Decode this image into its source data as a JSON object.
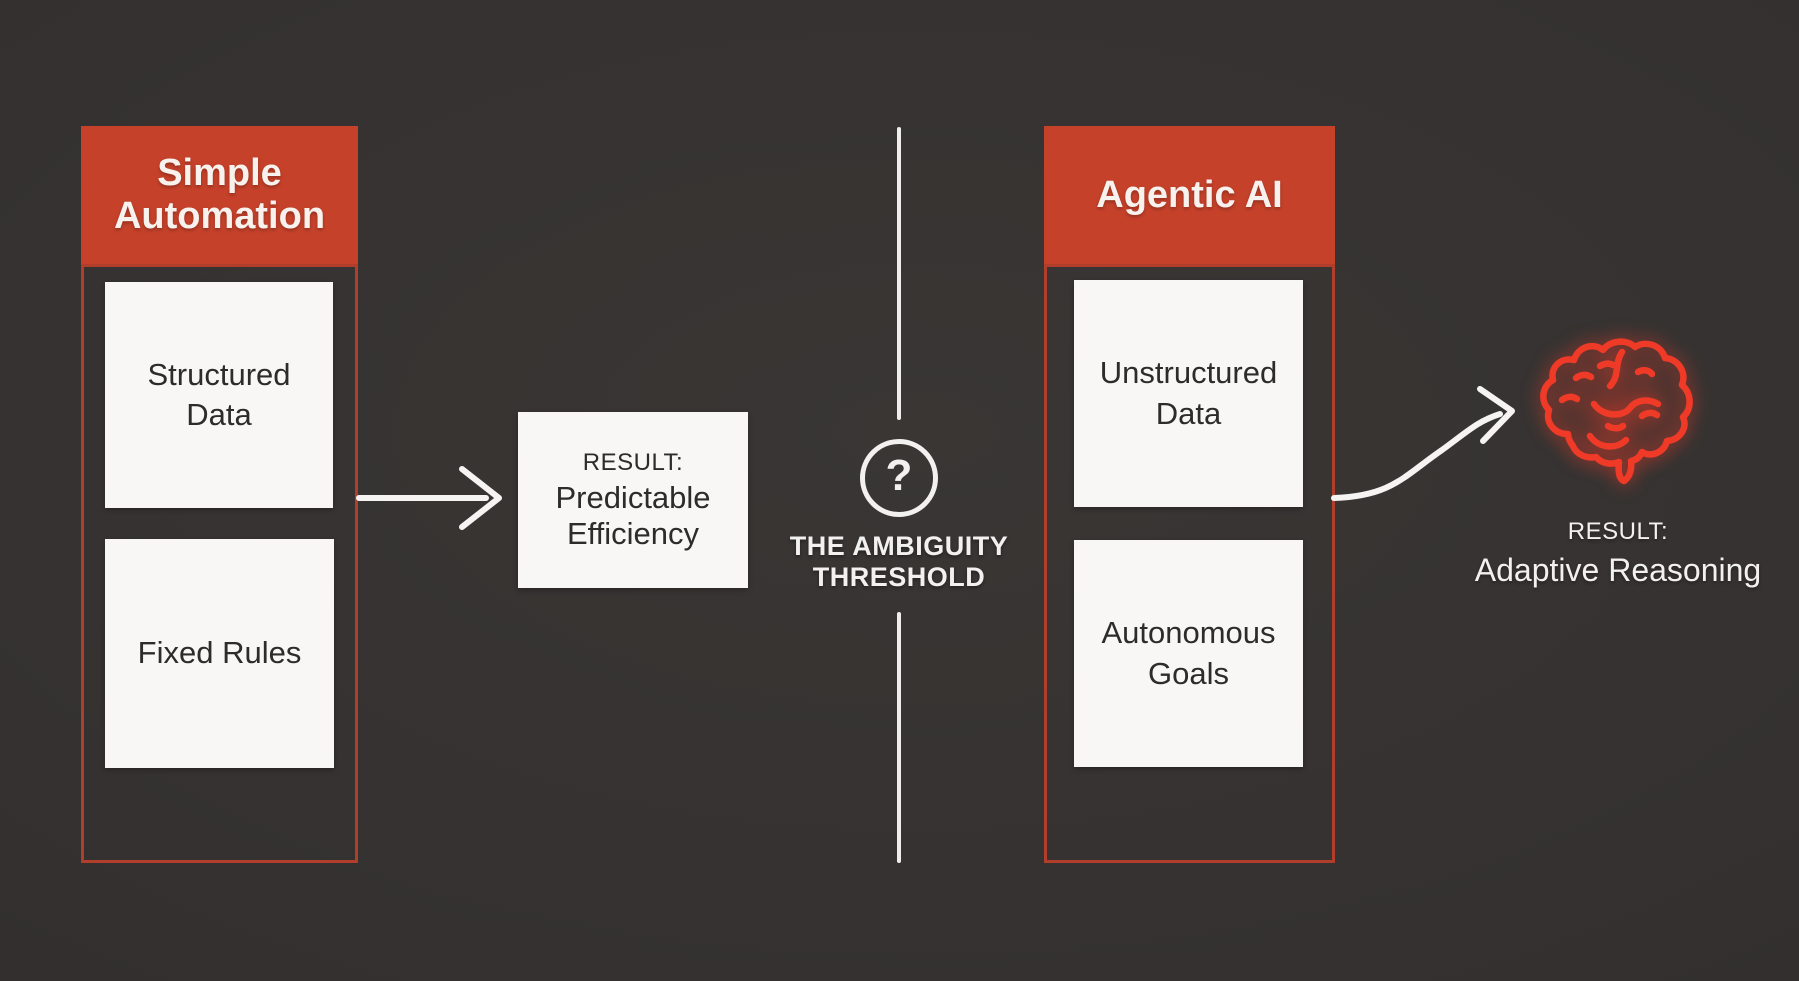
{
  "left_panel": {
    "header": "Simple Automation",
    "items": [
      "Structured Data",
      "Fixed Rules"
    ]
  },
  "left_result": {
    "label": "RESULT:",
    "value": "Predictable Efficiency"
  },
  "threshold": {
    "question_mark": "?",
    "line1": "THE AMBIGUITY",
    "line2": "THRESHOLD"
  },
  "right_panel": {
    "header": "Agentic AI",
    "items": [
      "Unstructured Data",
      "Autonomous Goals"
    ]
  },
  "right_result": {
    "label": "RESULT:",
    "value": "Adaptive Reasoning"
  },
  "colors": {
    "background": "#343130",
    "accent_red": "#c5412a",
    "border_red": "#b13e2a",
    "brain_red": "#f03a28",
    "card_white": "#f8f7f5",
    "text_dark": "#2e2c2a",
    "text_white": "#f2f1ef"
  }
}
